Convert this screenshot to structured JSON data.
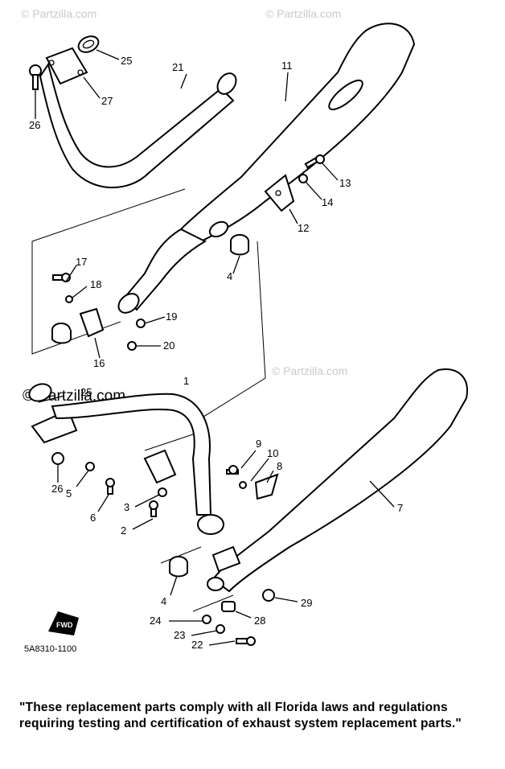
{
  "watermarks": {
    "top_left": "© Partzilla.com",
    "top_right": "© Partzilla.com",
    "mid_left": "© Partzilla.com",
    "mid_right": "© Partzilla.com"
  },
  "diagram_code": "5A8310-1100",
  "fwd_arrow": "FWD",
  "callouts": {
    "c1": "1",
    "c2": "2",
    "c3": "3",
    "c4a": "4",
    "c4b": "4",
    "c5": "5",
    "c6": "6",
    "c7": "7",
    "c8": "8",
    "c9": "9",
    "c10": "10",
    "c11": "11",
    "c12": "12",
    "c13": "13",
    "c14": "14",
    "c16": "16",
    "c17": "17",
    "c18": "18",
    "c19": "19",
    "c20": "20",
    "c21": "21",
    "c22": "22",
    "c23": "23",
    "c24": "24",
    "c25a": "25",
    "c25b": "25",
    "c26a": "26",
    "c26b": "26",
    "c27": "27",
    "c28": "28",
    "c29": "29"
  },
  "disclaimer": "\"These replacement parts comply with all Florida laws and regulations requiring testing and certification of exhaust system replacement parts.\""
}
